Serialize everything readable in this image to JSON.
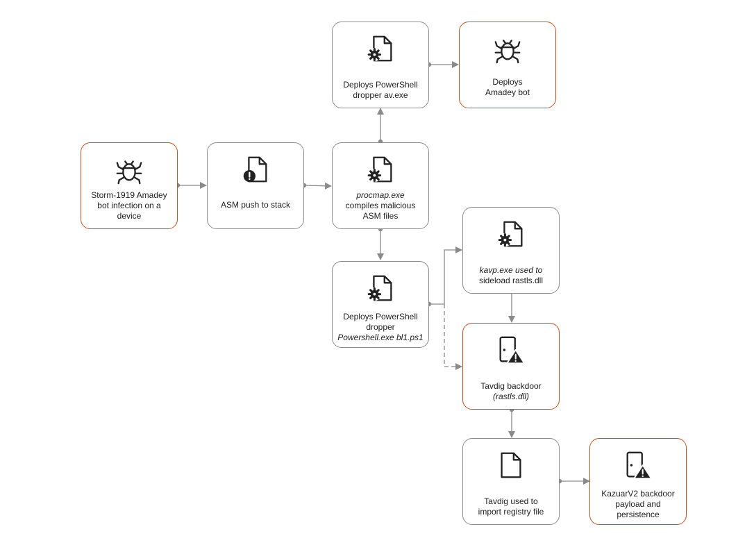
{
  "colors": {
    "alert_border": "#c8501e",
    "normal_border": "#8c8c8c",
    "connector": "#8a8a8a",
    "icon": "#222222"
  },
  "nodes": {
    "storm": {
      "icon": "bug-icon",
      "lines": [
        "Storm-1919 Amadey",
        "bot infection on a",
        "device"
      ]
    },
    "asm": {
      "icon": "file-alert-icon",
      "lines": [
        "ASM push to stack"
      ]
    },
    "procmap": {
      "icon": "file-gear-icon",
      "lines": [
        "procmap.exe",
        "compiles malicious",
        "ASM files"
      ]
    },
    "av": {
      "icon": "file-gear-icon",
      "lines": [
        "Deploys PowerShell",
        "dropper av.exe"
      ]
    },
    "amadey": {
      "icon": "bug-icon",
      "lines": [
        "Deploys",
        "Amadey bot"
      ]
    },
    "psdropper": {
      "icon": "file-gear-icon",
      "lines": [
        "Deploys PowerShell",
        "dropper",
        "Powershell.exe bl1.ps1"
      ]
    },
    "kavp": {
      "icon": "file-gear-icon",
      "lines": [
        "kavp.exe used to",
        "sideload rastls.dll"
      ]
    },
    "tavdig": {
      "icon": "door-warning-icon",
      "lines": [
        "Tavdig backdoor",
        "(rastls.dll)"
      ]
    },
    "registry": {
      "icon": "file-icon",
      "lines": [
        "Tavdig used to",
        "import registry file"
      ]
    },
    "kazuar": {
      "icon": "door-warning-icon",
      "lines": [
        "KazuarV2 backdoor",
        "payload and",
        "persistence"
      ]
    }
  }
}
